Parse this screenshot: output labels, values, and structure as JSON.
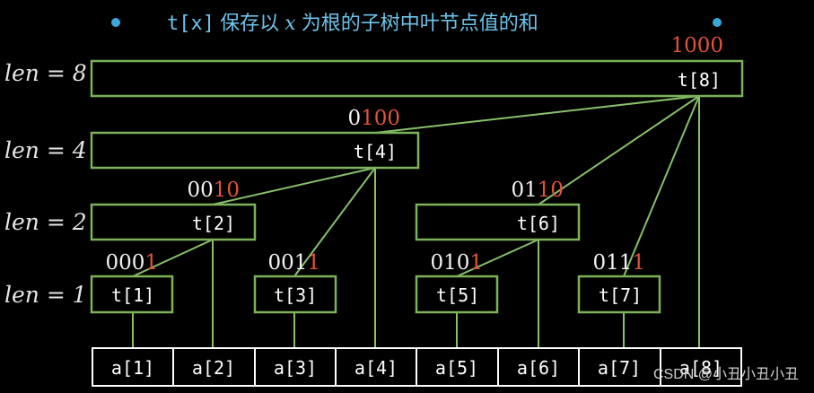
{
  "colors": {
    "background": "#000000",
    "box_green": "#7cb25a",
    "line_green": "#88c06a",
    "bullet_blue": "#3aa8d8",
    "title_blue": "#6ec3ea",
    "binary_white": "#f2f2f2",
    "binary_red": "#e0533e",
    "text_white": "#ffffff",
    "row_label": "#e6e6e6",
    "array_border": "#ffffff",
    "watermark": "#cfcfcf"
  },
  "header": {
    "code": "t[x]",
    "text_part1": " 保存以 ",
    "var": "x",
    "text_part2": " 为根的子树中叶节点值的和"
  },
  "rows": [
    {
      "label": "len = 8"
    },
    {
      "label": "len = 4"
    },
    {
      "label": "len = 2"
    },
    {
      "label": "len = 1"
    }
  ],
  "nodes": [
    {
      "label": "t[8]",
      "bin_prefix": "",
      "bin_suffix": "1000"
    },
    {
      "label": "t[4]",
      "bin_prefix": "0",
      "bin_suffix": "100"
    },
    {
      "label": "t[2]",
      "bin_prefix": "00",
      "bin_suffix": "10"
    },
    {
      "label": "t[6]",
      "bin_prefix": "01",
      "bin_suffix": "10"
    },
    {
      "label": "t[1]",
      "bin_prefix": "000",
      "bin_suffix": "1"
    },
    {
      "label": "t[3]",
      "bin_prefix": "001",
      "bin_suffix": "1"
    },
    {
      "label": "t[5]",
      "bin_prefix": "010",
      "bin_suffix": "1"
    },
    {
      "label": "t[7]",
      "bin_prefix": "011",
      "bin_suffix": "1"
    }
  ],
  "array": [
    "a[1]",
    "a[2]",
    "a[3]",
    "a[4]",
    "a[5]",
    "a[6]",
    "a[7]",
    "a[8]"
  ],
  "watermark": "CSDN @小丑小丑小丑"
}
